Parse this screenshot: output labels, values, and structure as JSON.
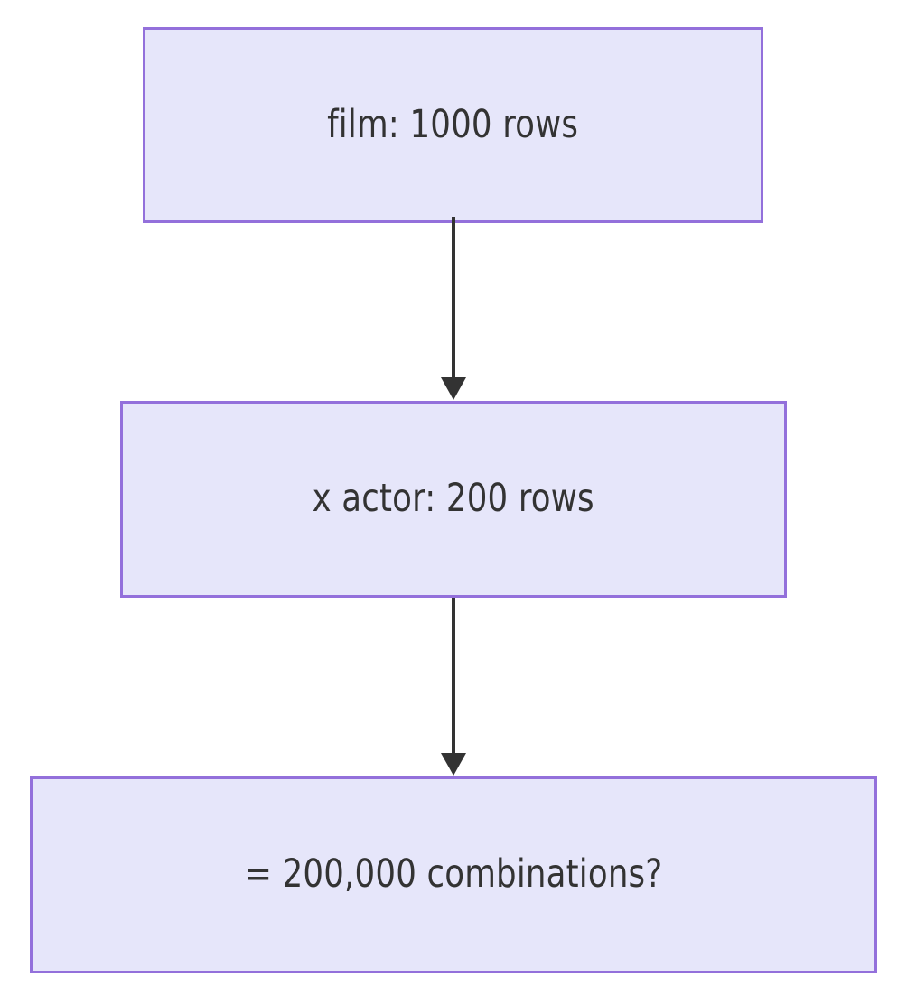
{
  "diagram": {
    "type": "flowchart",
    "direction": "top-to-bottom",
    "background_color": "#ffffff",
    "node_fill_color": "#e6e6fa",
    "node_border_color": "#9370db",
    "node_text_color": "#333333",
    "edge_color": "#333333",
    "nodes": [
      {
        "id": "film",
        "label": "film: 1000 rows"
      },
      {
        "id": "actor",
        "label": "x actor: 200 rows"
      },
      {
        "id": "result",
        "label": "= 200,000 combinations?"
      }
    ],
    "edges": [
      {
        "from": "film",
        "to": "actor",
        "label": "",
        "arrowhead": "triangle-filled"
      },
      {
        "from": "actor",
        "to": "result",
        "label": "",
        "arrowhead": "triangle-filled"
      }
    ]
  }
}
